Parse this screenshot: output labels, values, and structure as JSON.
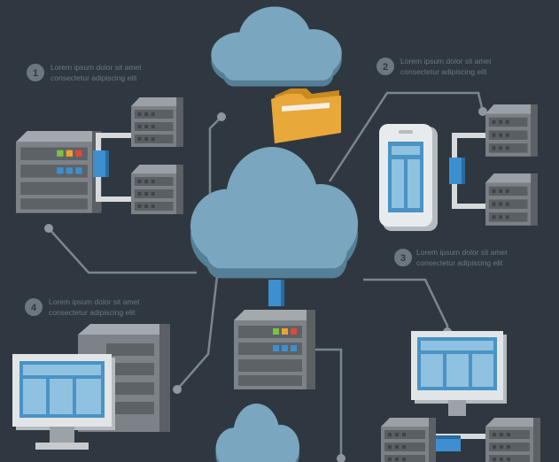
{
  "notes": [
    {
      "number": "1",
      "line1": "Lorem ipsum dolor sit amet",
      "line2": "consectetur adipiscing elit"
    },
    {
      "number": "2",
      "line1": "Lorem ipsum dolor sit amet",
      "line2": "consectetur adipiscing elit"
    },
    {
      "number": "3",
      "line1": "Lorem ipsum dolor sit amet",
      "line2": "consectetur adipiscing elit"
    },
    {
      "number": "4",
      "line1": "Lorem ipsum dolor sit amet",
      "line2": "consectetur adipiscing elit"
    }
  ],
  "colors": {
    "background": "#2f3840",
    "connector": "#7c858c",
    "cloud": "#7aa6bf",
    "server": "#6f7479",
    "screen": "#4a93c4",
    "folder": "#e8a83a",
    "accent_blue": "#3d8fd0"
  }
}
